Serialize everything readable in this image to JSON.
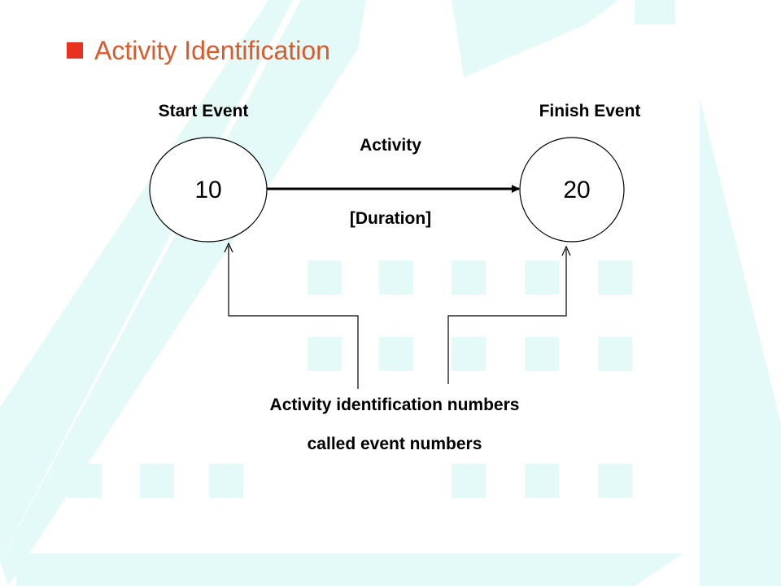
{
  "colors": {
    "title": "#d95a2b",
    "bullet": "#e8311f",
    "background_shapes": "#e4faf8",
    "ink": "#000000"
  },
  "title": "Activity Identification",
  "labels": {
    "start_event": "Start Event",
    "finish_event": "Finish Event",
    "activity": "Activity",
    "duration": "[Duration]"
  },
  "nodes": {
    "start_number": "10",
    "finish_number": "20"
  },
  "note": {
    "line1": "Activity identification numbers",
    "line2": "called event numbers"
  }
}
